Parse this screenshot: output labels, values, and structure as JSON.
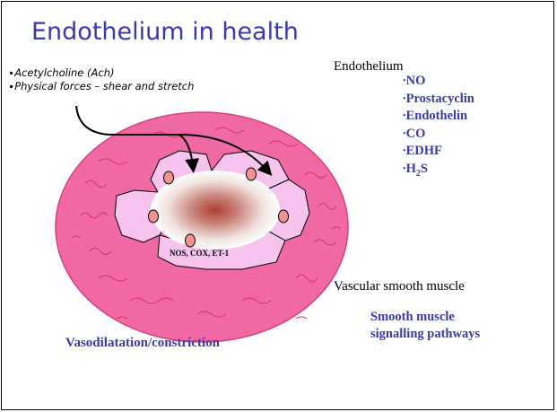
{
  "slide": {
    "title": "Endothelium in health",
    "stimuli": [
      "∙Acetylcholine (Ach)",
      "∙Physical forces – shear and stretch"
    ],
    "endothelium_label": "Endothelium",
    "mediators": [
      "∙NO",
      "∙Prostacyclin",
      "∙Endothelin",
      "∙CO",
      "∙EDHF"
    ],
    "h2s": {
      "prefix": "∙H",
      "sub": "2",
      "suffix": "S"
    },
    "enzymes_label": "NOS, COX, ET-1",
    "vsm_label": "Vascular smooth muscle",
    "smooth_muscle_line1": "Smooth muscle",
    "smooth_muscle_line2": "signalling pathways",
    "vasodilatation_label": "Vasodilatation/constriction"
  },
  "colors": {
    "vessel_wall": "#f068a4",
    "vessel_stroke": "#d4447e",
    "cell_fill": "#f7c4ef",
    "nucleus": "#f39292",
    "lumen_center": "#b24030",
    "accent_text": "#3a3aa8"
  }
}
